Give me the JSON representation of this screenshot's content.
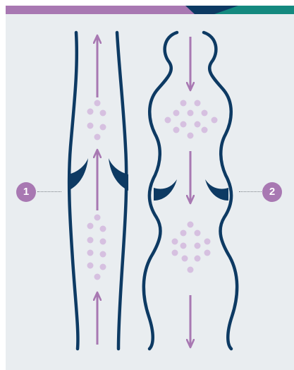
{
  "labels": {
    "badge_1": "1",
    "badge_2": "2"
  },
  "colors": {
    "background": "#e9edf0",
    "vein_wall": "#0d3a63",
    "valve": "#0d3a63",
    "arrow": "#a878b2",
    "blood_dot": "#d6c0e0",
    "badge": "#a878b2",
    "bar_purple": "#a878b2",
    "bar_navy": "#0d3a63",
    "bar_teal": "#14897f"
  },
  "icons": {
    "arrow_up": "arrow-up-icon",
    "arrow_down": "arrow-down-icon",
    "valve": "valve-leaflet-icon"
  },
  "panels": [
    {
      "id": "healthy-vein",
      "flow": "up",
      "valves": "closed"
    },
    {
      "id": "varicose-vein",
      "flow": "down",
      "valves": "open"
    }
  ]
}
